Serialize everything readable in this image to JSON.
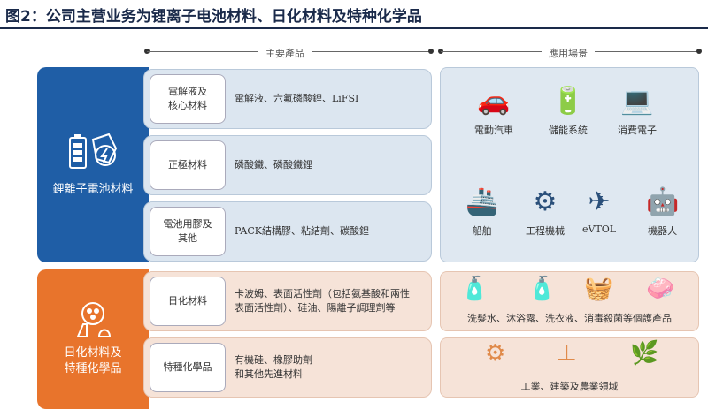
{
  "title": "图2：公司主营业务为锂离子电池材料、日化材料及特种化学品",
  "headers": {
    "products": "主要產品",
    "applications": "應用場景"
  },
  "battery": {
    "category": "鋰離子電池材料",
    "rows": [
      {
        "label": "電解液及\n核心材料",
        "text": "電解液、六氟磷酸鋰、LiFSI"
      },
      {
        "label": "正極材料",
        "text": "磷酸鐵、磷酸鐵鋰"
      },
      {
        "label": "電池用膠及\n其他",
        "text": "PACK結構膠、粘結劑、碳酸鋰"
      }
    ],
    "apps": [
      "電動汽車",
      "儲能系統",
      "消費電子",
      "船舶",
      "工程機械",
      "eVTOL",
      "機器人"
    ]
  },
  "chemical": {
    "category": "日化材料及\n特種化學品",
    "rows": [
      {
        "label": "日化材料",
        "text": "卡波姆、表面活性劑（包括氨基酸和兩性\n表面活性劑）、硅油、陽離子調理劑等"
      },
      {
        "label": "特種化學品",
        "text": "有機硅、橡膠助劑\n和其他先進材料"
      }
    ],
    "apps": [
      "洗髮水、沐浴露、洗衣液、消毒殺菌等個護產品",
      "工業、建築及農業領域"
    ]
  },
  "colors": {
    "blue": "#1f5ea6",
    "orange": "#e8742c"
  }
}
